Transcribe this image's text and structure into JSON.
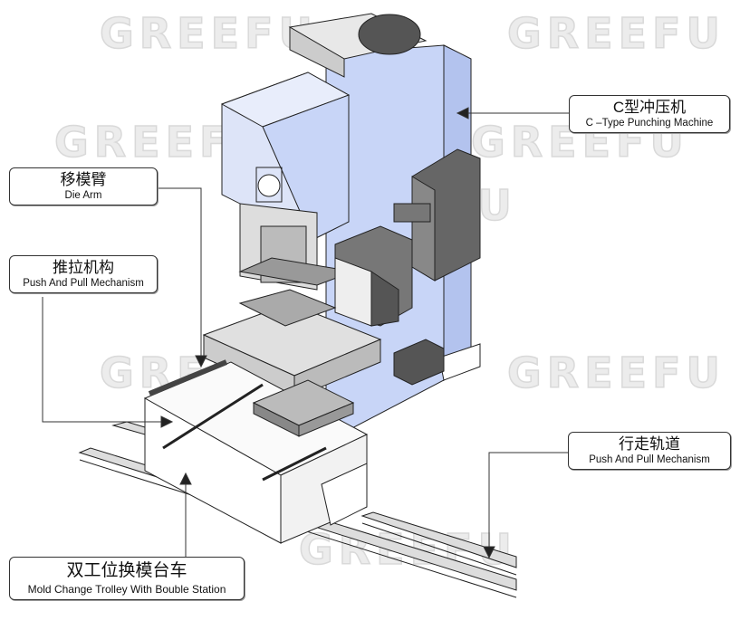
{
  "watermark": "GREEFU",
  "labels": {
    "punching_machine": {
      "cn": "C型冲压机",
      "en": "C –Type Punching Machine"
    },
    "die_arm": {
      "cn": "移模臂",
      "en": "Die Arm"
    },
    "push_pull": {
      "cn": "推拉机构",
      "en": "Push And Pull Mechanism"
    },
    "rail": {
      "cn": "行走轨道",
      "en": "Push And Pull Mechanism"
    },
    "trolley": {
      "cn": "双工位换模台车",
      "en": "Mold Change Trolley With Bouble Station"
    }
  },
  "colors": {
    "machine_body": "#c8d5f7",
    "machine_shade": "#b3c3ee",
    "line": "#222222",
    "watermark": "#e6e6e6"
  }
}
